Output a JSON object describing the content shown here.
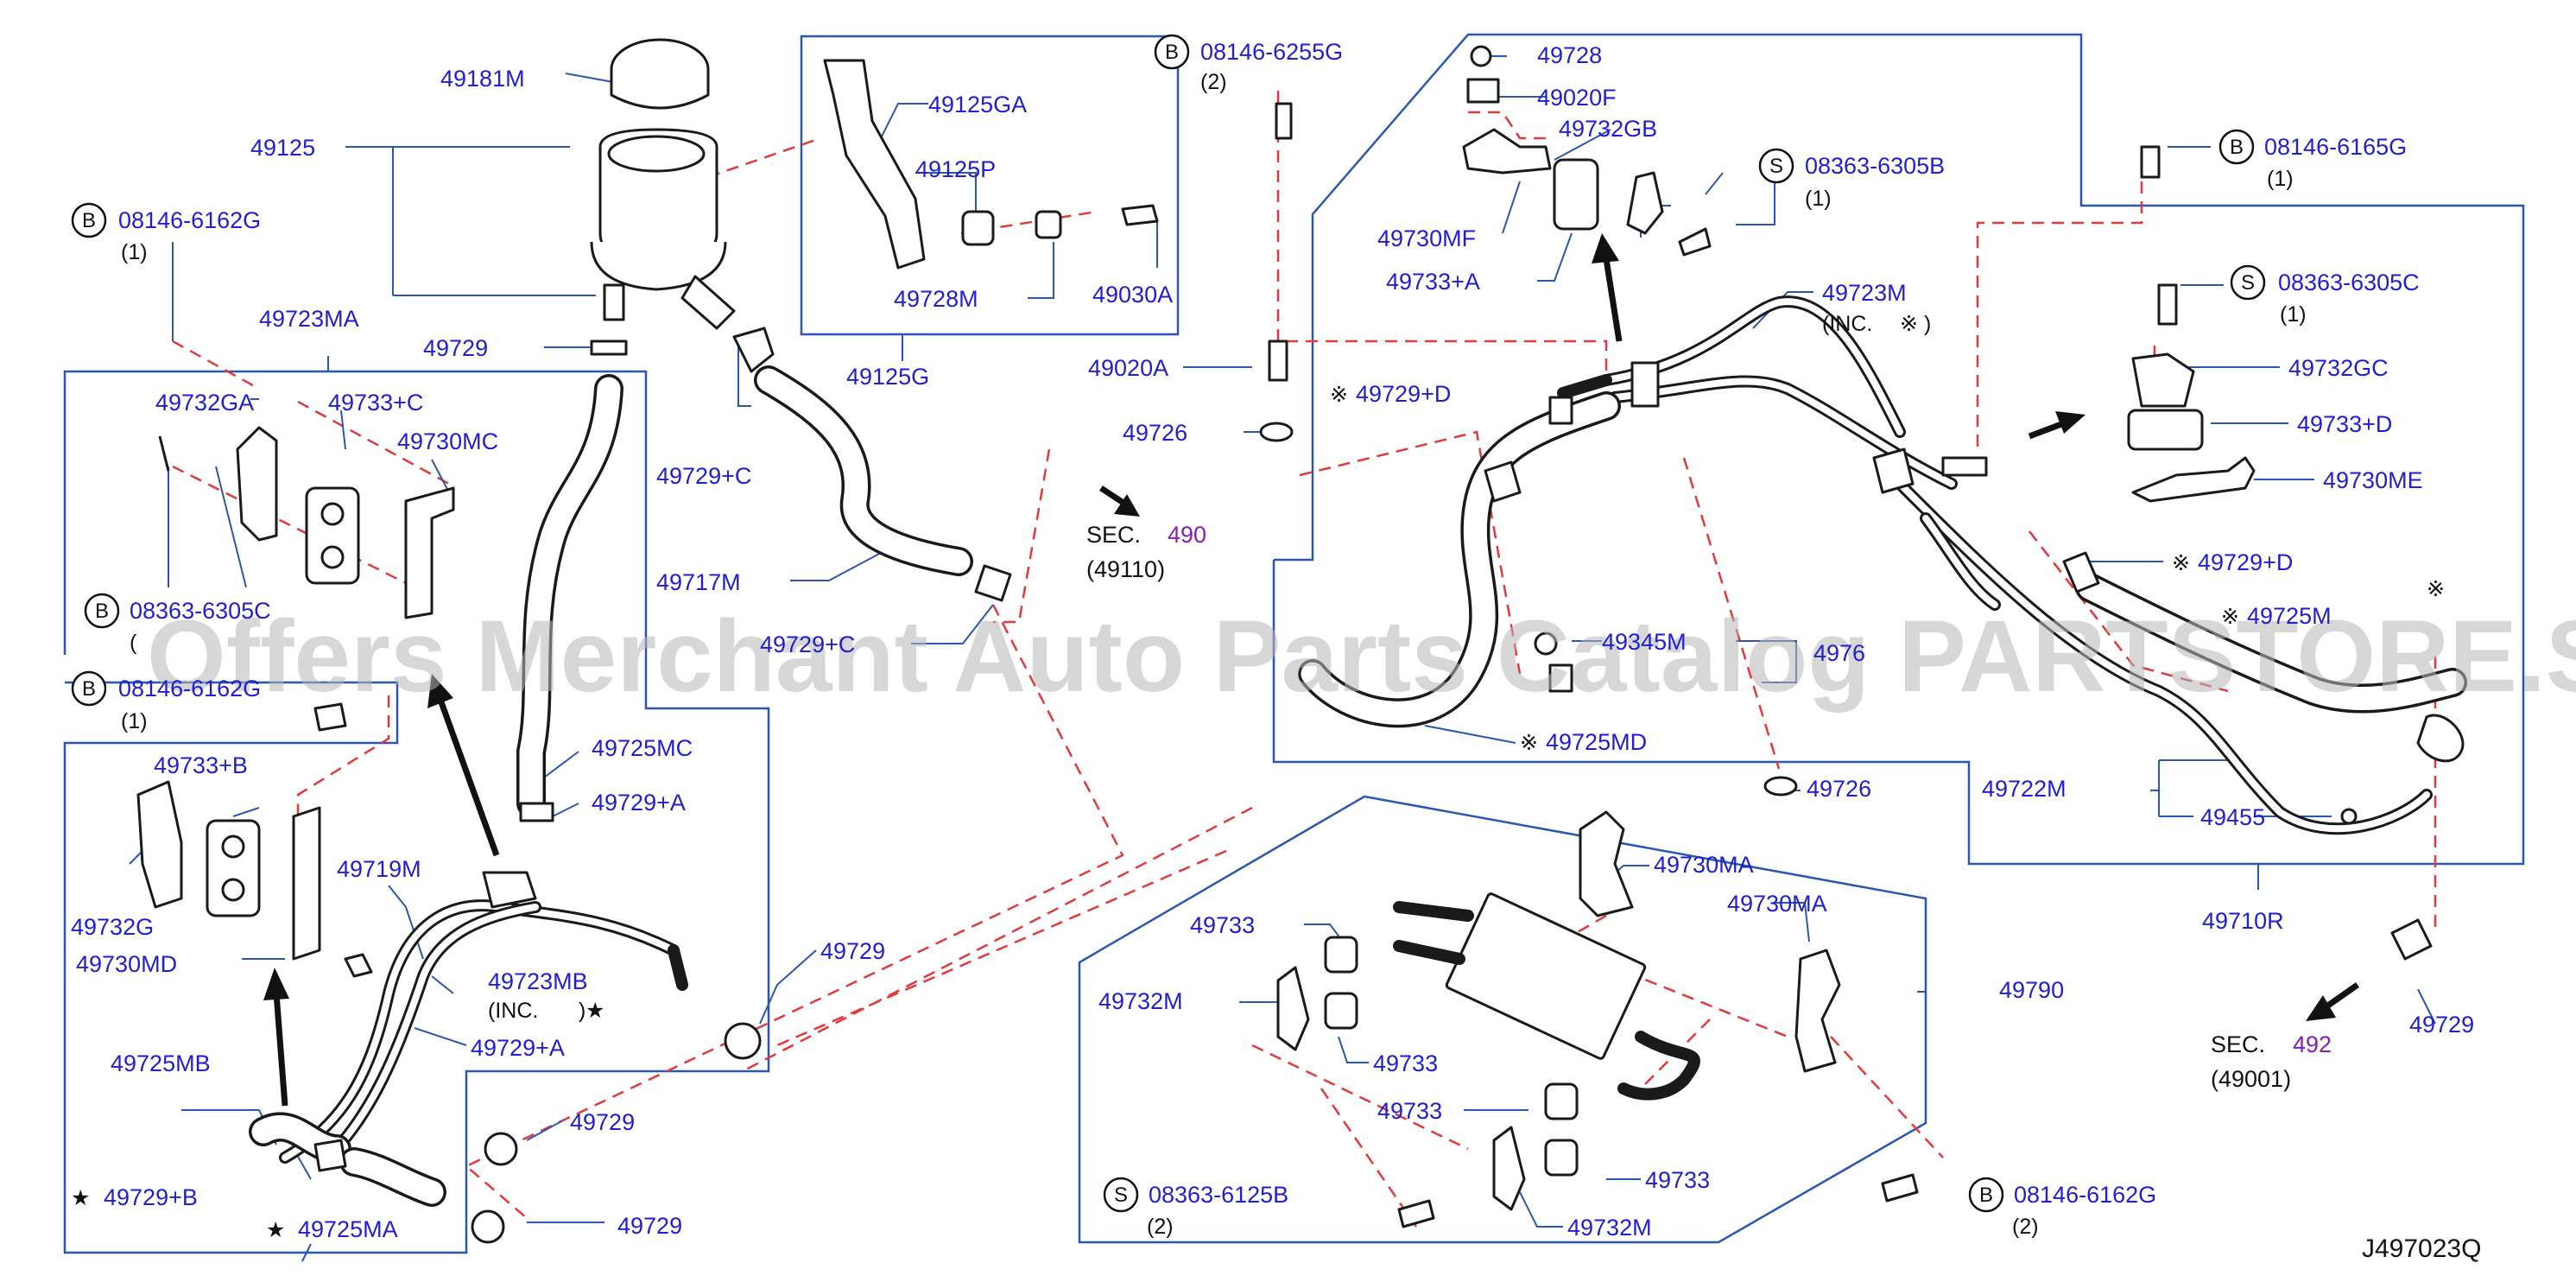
{
  "diagram": {
    "code": "J497023Q",
    "watermark": "Offers Merchant Auto Parts Catalog PARTSTORE.SA",
    "labels": {
      "p49181M": "49181M",
      "p49125": "49125",
      "p49125GA": "49125GA",
      "p49125P": "49125P",
      "p49728M": "49728M",
      "p49030A": "49030A",
      "p49125G": "49125G",
      "p49729_a": "49729",
      "p49729C_a": "49729+C",
      "p49717M": "49717M",
      "p49729C_b": "49729+C",
      "p49723MA": "49723MA",
      "p49732GA": "49732GA",
      "p49733C": "49733+C",
      "p49730MC": "49730MC",
      "p49733B": "49733+B",
      "p49732G": "49732G",
      "p49730MD": "49730MD",
      "p49725MB": "49725MB",
      "p49729B": "49729+B",
      "p49725MA": "49725MA",
      "p49719M": "49719M",
      "p49723MB": "49723MB",
      "inc_a": "(INC.",
      "inc_a_close": ")",
      "p49729A_a": "49729+A",
      "p49729A_b": "49729+A",
      "p49725MC": "49725MC",
      "p49729_b": "49729",
      "p49729_c": "49729",
      "p49729_d": "49729",
      "p49728": "49728",
      "p49020F": "49020F",
      "p49732GB": "49732GB",
      "p49730MF": "49730MF",
      "p49733A": "49733+A",
      "p49020A": "49020A",
      "p49729D_a": "49729+D",
      "p49726_a": "49726",
      "p49723M": "49723M",
      "inc_b": "(INC.",
      "inc_b_close": ")",
      "p49732GC": "49732GC",
      "p49733D": "49733+D",
      "p49730ME": "49730ME",
      "p49729D_b": "49729+D",
      "p49725M": "49725M",
      "p49345M": "49345M",
      "p4976x": "4976",
      "p49725MD": "49725MD",
      "p49726_b": "49726",
      "p49722M": "49722M",
      "p49455": "49455",
      "p49710R": "49710R",
      "p49729_e": "49729",
      "p49790": "49790",
      "p49730MA_a": "49730MA",
      "p49730MA_b": "49730MA",
      "p49733_a": "49733",
      "p49732M_a": "49732M",
      "p49733_b": "49733",
      "p49733_c": "49733",
      "p49733_d": "49733",
      "p49732M_b": "49732M"
    },
    "bolts": {
      "b1": {
        "letter": "B",
        "code": "08146-6162G",
        "qty": "(1)"
      },
      "b2": {
        "letter": "B",
        "code": "08363-6305C",
        "qty": "("
      },
      "b3": {
        "letter": "B",
        "code": "08146-6162G",
        "qty": "(1)"
      },
      "b4": {
        "letter": "B",
        "code": "08146-6255G",
        "qty": "(2)"
      },
      "b5": {
        "letter": "S",
        "code": "08363-6305B",
        "qty": "(1)"
      },
      "b6": {
        "letter": "B",
        "code": "08146-6165G",
        "qty": "(1)"
      },
      "b7": {
        "letter": "S",
        "code": "08363-6305C",
        "qty": "(1)"
      },
      "b8": {
        "letter": "S",
        "code": "08363-6125B",
        "qty": "(2)"
      },
      "b9": {
        "letter": "B",
        "code": "08146-6162G",
        "qty": "(2)"
      }
    },
    "sections": {
      "s1": {
        "prefix": "SEC.",
        "num": "490",
        "sub": "(49110)"
      },
      "s2": {
        "prefix": "SEC.",
        "num": "492",
        "sub": "(49001)"
      }
    },
    "symbols": {
      "ref": "※",
      "star": "★"
    },
    "colors": {
      "label": "#1f1fd0",
      "leader": "#2a58b0",
      "dashed": "#e23a3a",
      "section": "#8a1bb0"
    }
  }
}
